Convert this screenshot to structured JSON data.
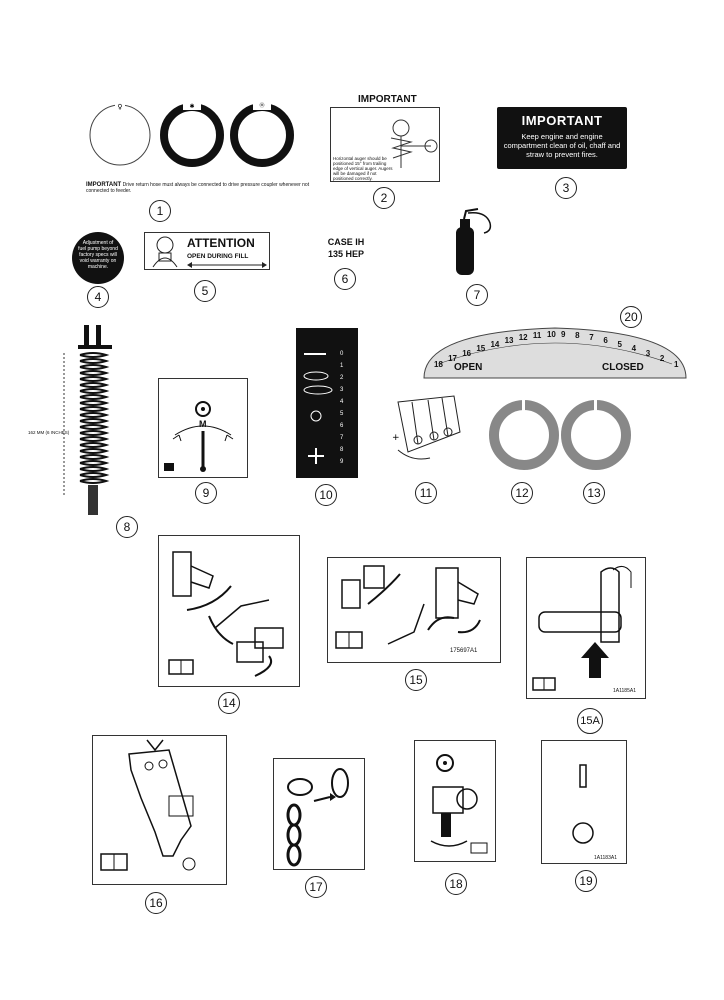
{
  "callouts": {
    "c1": "1",
    "c2": "2",
    "c3": "3",
    "c4": "4",
    "c5": "5",
    "c6": "6",
    "c7": "7",
    "c8": "8",
    "c9": "9",
    "c10": "10",
    "c11": "11",
    "c12": "12",
    "c13": "13",
    "c14": "14",
    "c15": "15",
    "c15a": "15A",
    "c16": "16",
    "c17": "17",
    "c18": "18",
    "c19": "19",
    "c20": "20"
  },
  "decal1": {
    "heading": "IMPORTANT",
    "text": "Drive return hose must always be connected to drive pressure coupler whenever not connected to feeder."
  },
  "decal2": {
    "heading": "IMPORTANT",
    "text": "Horizontal auger should be positioned 15° from trailing edge of vertical auger. Augers will be damaged if not positioned correctly."
  },
  "decal3": {
    "heading": "IMPORTANT",
    "text": "Keep engine and engine compartment clean of oil, chaff and straw to prevent fires."
  },
  "decal4": {
    "text": "Adjustment of fuel pump beyond factory specs will void warranty on machine."
  },
  "decal5": {
    "heading": "ATTENTION",
    "text": "OPEN DURING FILL"
  },
  "decal6": {
    "line1": "CASE IH",
    "line2": "135 HEP"
  },
  "decal8": {
    "dimension": "162 MM (6 INCHES)"
  },
  "decal9": {
    "label": "M"
  },
  "decal10": {
    "scale": [
      "0",
      "1",
      "2",
      "3",
      "4",
      "5",
      "6",
      "7",
      "8",
      "9"
    ]
  },
  "decal15": {
    "part_number": "175697A1"
  },
  "decal15a": {
    "part_number": "1A1185A1"
  },
  "decal19": {
    "part_number": "1A1183A1"
  },
  "decal20": {
    "scale": [
      "18",
      "17",
      "16",
      "15",
      "14",
      "13",
      "12",
      "11",
      "10",
      "9",
      "8",
      "7",
      "6",
      "5",
      "4",
      "3",
      "2",
      "1"
    ],
    "open": "OPEN",
    "closed": "CLOSED"
  },
  "colors": {
    "ink": "#111111",
    "paper": "#ffffff"
  }
}
